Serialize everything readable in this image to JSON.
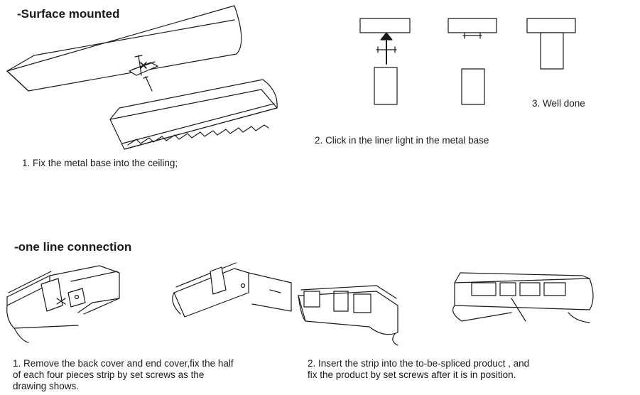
{
  "sections": {
    "surface": {
      "title": "-Surface mounted",
      "step1": "1. Fix the metal base into the ceiling;",
      "step2": "2.  Click in the liner light in the metal base",
      "step3": "3. Well done"
    },
    "connection": {
      "title": "-one line connection",
      "step1": "1. Remove the back cover and end cover,fix the half\n    of each four pieces strip by set screws as the\n    drawing shows.",
      "step2": "2. Insert the strip into the to-be-spliced product , and\n    fix the product by set screws  after it is in position."
    }
  },
  "colors": {
    "line": "#1a1a1a",
    "fill": "#ffffff"
  }
}
